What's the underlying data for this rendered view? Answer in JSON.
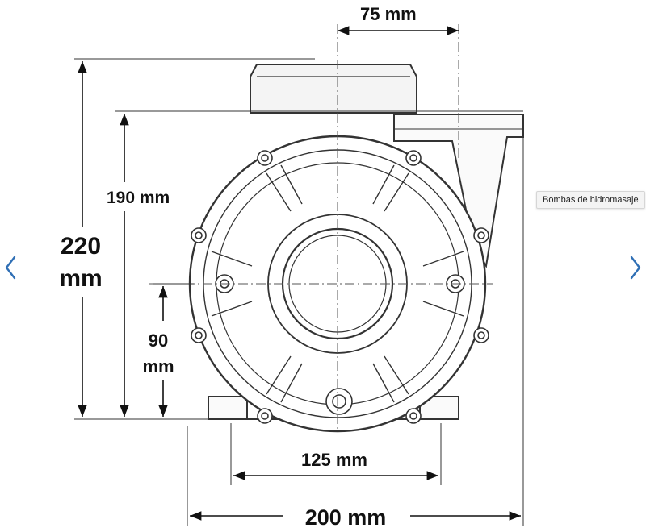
{
  "diagram": {
    "dimensions": {
      "top_outlet_offset": "75 mm",
      "inner_height": "190 mm",
      "total_height_value": "220",
      "total_height_unit": "mm",
      "axis_height_value": "90",
      "axis_height_unit": "mm",
      "foot_spacing": "125 mm",
      "total_width": "200 mm"
    }
  },
  "tooltip": {
    "text": "Bombas de hidromasaje"
  },
  "navigation": {
    "prev_icon": "chevron-left-icon",
    "next_icon": "chevron-right-icon",
    "arrow_color": "#2f6fb5"
  }
}
